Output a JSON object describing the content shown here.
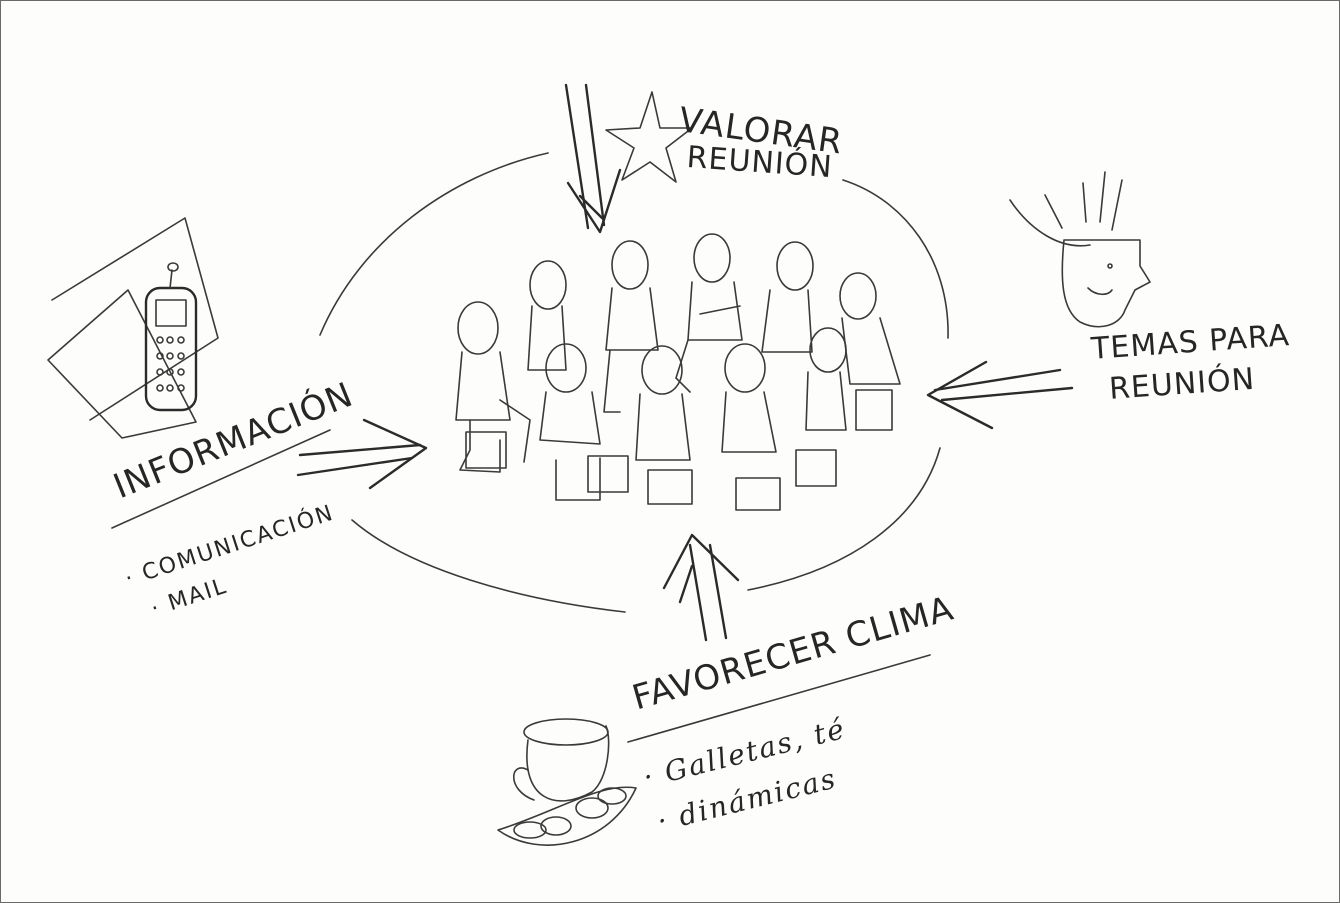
{
  "labels": {
    "valorar_line1": "VALORAR",
    "valorar_line2": "REUNIÓN",
    "informacion": "INFORMACIÓN",
    "info_item1": "· COMUNICACIÓN",
    "info_item2": "· MAIL",
    "temas_line1": "TEMAS PARA",
    "temas_line2": "REUNIÓN",
    "favorecer": "FAVORECER CLIMA",
    "fav_item1": "· Galletas, té",
    "fav_item2": "· dinámicas"
  },
  "icons": {
    "top": "star-icon",
    "left": "mobile-phone-icon",
    "right": "lightbulb-head-icon",
    "bottom": "tea-cup-icon",
    "center": "group-meeting-icon"
  },
  "colors": {
    "ink": "#2b2b2b",
    "paper": "#fdfdfc"
  }
}
